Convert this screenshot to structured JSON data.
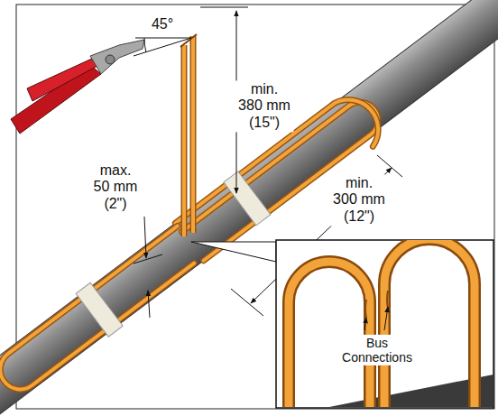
{
  "diagram": {
    "labels": [
      "45°",
      "min. 380 mm (15\")",
      "max. 50 mm (2\")",
      "min. 300 mm (12\")",
      "Bus Connections"
    ]
  }
}
